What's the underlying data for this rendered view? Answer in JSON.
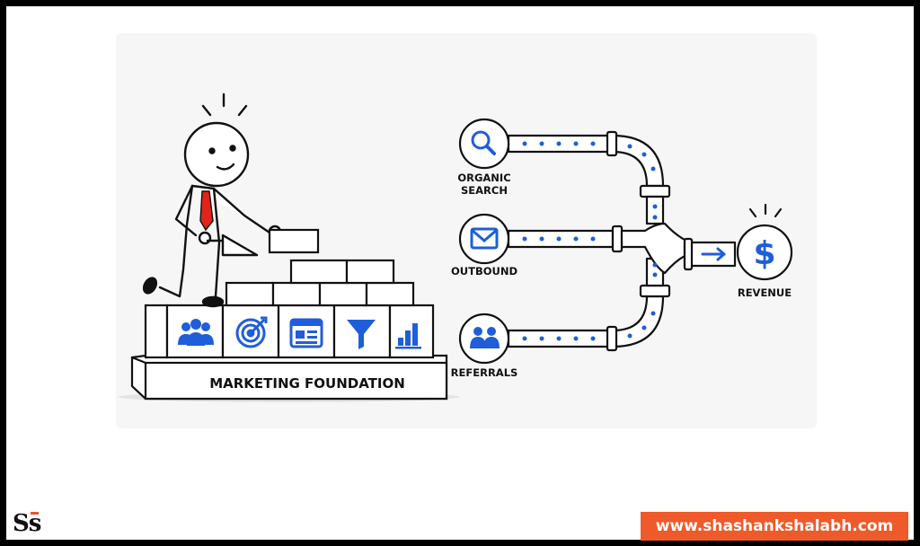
{
  "foundation": {
    "label": "MARKETING FOUNDATION",
    "blocks": [
      "people-icon",
      "target-icon",
      "web-page-icon",
      "funnel-icon",
      "bar-chart-icon"
    ]
  },
  "channels": [
    {
      "line1": "ORGANIC",
      "line2": "SEARCH",
      "icon": "search-icon"
    },
    {
      "line1": "OUTBOUND",
      "line2": "",
      "icon": "envelope-icon"
    },
    {
      "line1": "REFERRALS",
      "line2": "",
      "icon": "people-icon"
    }
  ],
  "revenue": {
    "label": "REVENUE",
    "icon": "dollar-icon"
  },
  "brand": {
    "logo_text": "Ss",
    "website": "www.shashankshalabh.com"
  },
  "colors": {
    "accent_blue": "#1f5ed8",
    "tie_red": "#e0241b",
    "brand_orange": "#ee5a2a",
    "outline": "#111111"
  }
}
